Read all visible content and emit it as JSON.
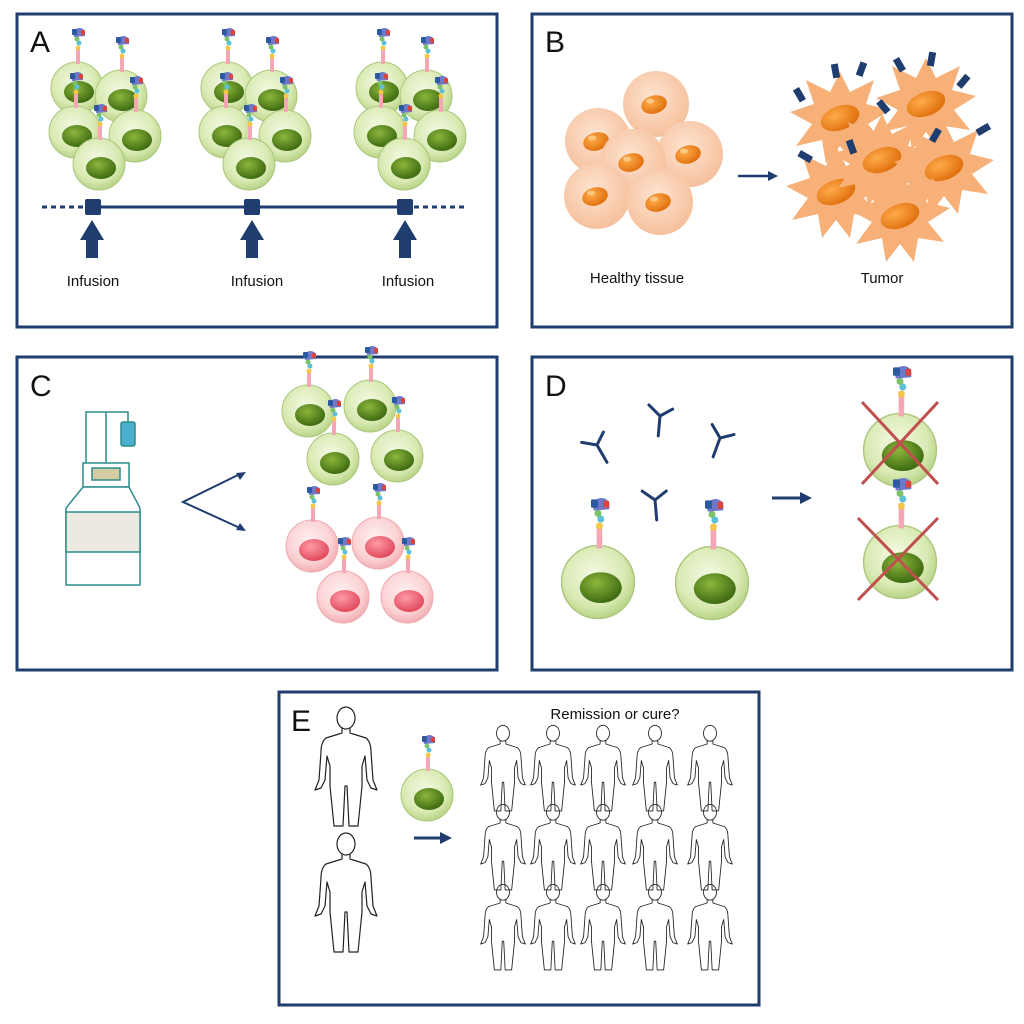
{
  "panels": [
    {
      "label": "A"
    },
    {
      "label": "B"
    },
    {
      "label": "C"
    },
    {
      "label": "D"
    },
    {
      "label": "E"
    }
  ],
  "panel_a": {
    "timeline_labels": [
      "Infusion",
      "Infusion",
      "Infusion"
    ]
  },
  "panel_b": {
    "left_label": "Healthy tissue",
    "right_label": "Tumor"
  },
  "panel_e": {
    "title": "Remission or cure?"
  },
  "colors": {
    "frame": "#1f3d6e",
    "t_cell_green": "#5a8a1e",
    "t_cell_red": "#f26b7a",
    "healthy_cell": "#f9c9a6",
    "tumor_cell": "#f6b078",
    "cross": "#c0504d"
  }
}
